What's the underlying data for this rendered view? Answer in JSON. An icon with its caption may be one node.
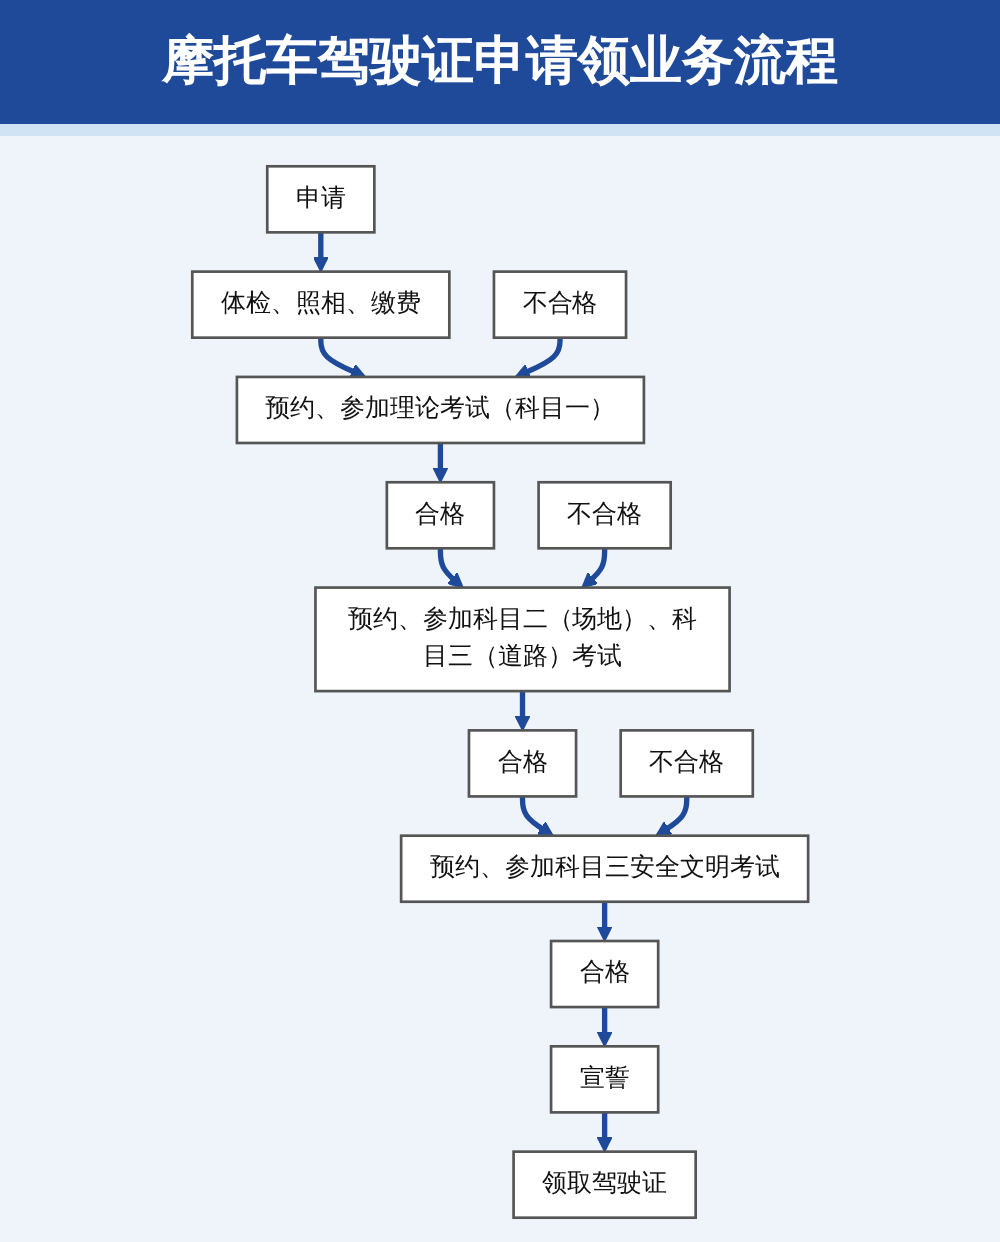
{
  "diagram": {
    "title": "摩托车驾驶证申请领业务流程",
    "nodes": [
      {
        "text": [
          "申请"
        ]
      },
      {
        "text": [
          "体检、照相、缴费"
        ]
      },
      {
        "text": [
          "预约、参加理论考试（科目一）"
        ]
      },
      {
        "text": [
          "合格"
        ]
      },
      {
        "text": [
          "不合格"
        ]
      },
      {
        "text": [
          "预约、参加科目二（场地）、科目三（道路）考试"
        ]
      },
      {
        "text": [
          "合格"
        ]
      },
      {
        "text": [
          "不合格"
        ]
      },
      {
        "text": [
          "预约、参加科目三安全文明考试"
        ]
      },
      {
        "text": [
          "合格"
        ]
      },
      {
        "text": [
          "不合格"
        ]
      },
      {
        "text": [
          "宣誓"
        ]
      },
      {
        "text": [
          "领取驾驶证"
        ]
      }
    ],
    "edges": [
      {
        "from": 0,
        "to": 1,
        "arrow": "to"
      },
      {
        "from": 1,
        "to": 2,
        "arrow": "to"
      },
      {
        "from": 2,
        "to": 3,
        "arrow": "to"
      },
      {
        "from": 4,
        "to": 2,
        "arrow": "to"
      },
      {
        "from": 3,
        "to": 5,
        "arrow": "to"
      },
      {
        "from": 5,
        "to": 6,
        "arrow": "to"
      },
      {
        "from": 7,
        "to": 5,
        "arrow": "to"
      },
      {
        "from": 6,
        "to": 8,
        "arrow": "to"
      },
      {
        "from": 8,
        "to": 9,
        "arrow": "to"
      },
      {
        "from": 10,
        "to": 8,
        "arrow": "to"
      },
      {
        "from": 9,
        "to": 11,
        "arrow": "to"
      },
      {
        "from": 11,
        "to": 12,
        "arrow": "to"
      }
    ]
  }
}
